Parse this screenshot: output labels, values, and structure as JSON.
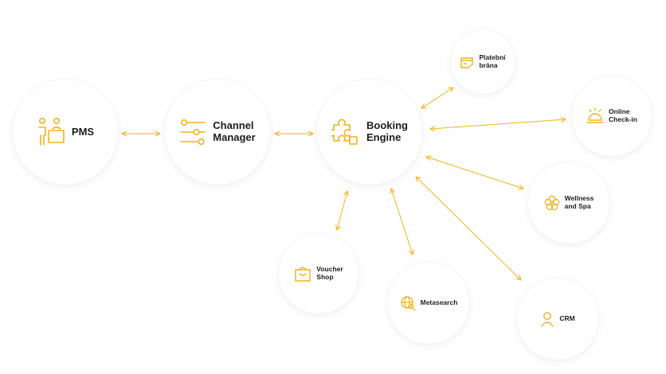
{
  "accent_color": "#f5b21c",
  "text_color": "#1d1d1d",
  "nodes": {
    "pms": {
      "label": "PMS",
      "icon": "receptionist-desk-icon"
    },
    "channel": {
      "label": "Channel\nManager",
      "icon": "sliders-icon"
    },
    "booking": {
      "label": "Booking\nEngine",
      "icon": "puzzle-piece-icon"
    },
    "platebni": {
      "label": "Platební\nbrána",
      "icon": "credit-card-icon"
    },
    "checkin": {
      "label": "Online\nCheck-in",
      "icon": "service-bell-icon"
    },
    "wellness": {
      "label": "Wellness\nand Spa",
      "icon": "flower-icon"
    },
    "voucher": {
      "label": "Voucher\nShop",
      "icon": "shopping-bag-icon"
    },
    "metasearch": {
      "label": "Metasearch",
      "icon": "globe-search-icon"
    },
    "crm": {
      "label": "CRM",
      "icon": "person-icon"
    }
  }
}
